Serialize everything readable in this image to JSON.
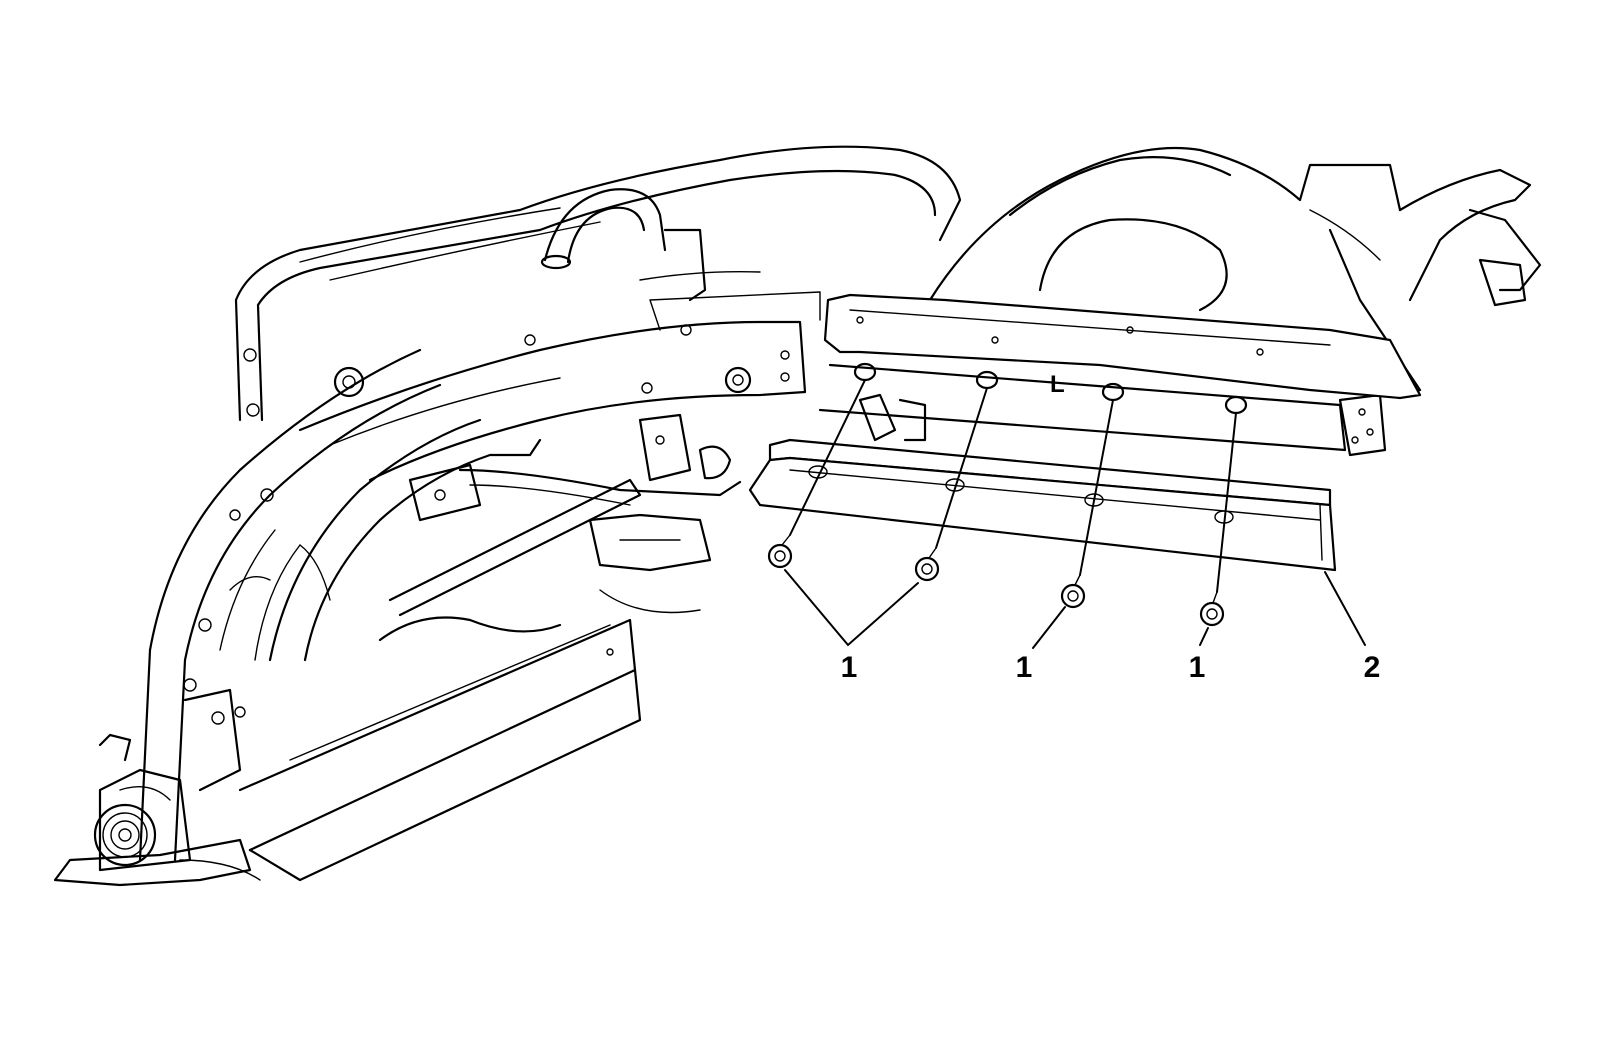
{
  "callouts": {
    "fastener_group_left": "1",
    "fastener_middle": "1",
    "fastener_right": "1",
    "trim_rail": "2"
  },
  "panel_marking": "L"
}
